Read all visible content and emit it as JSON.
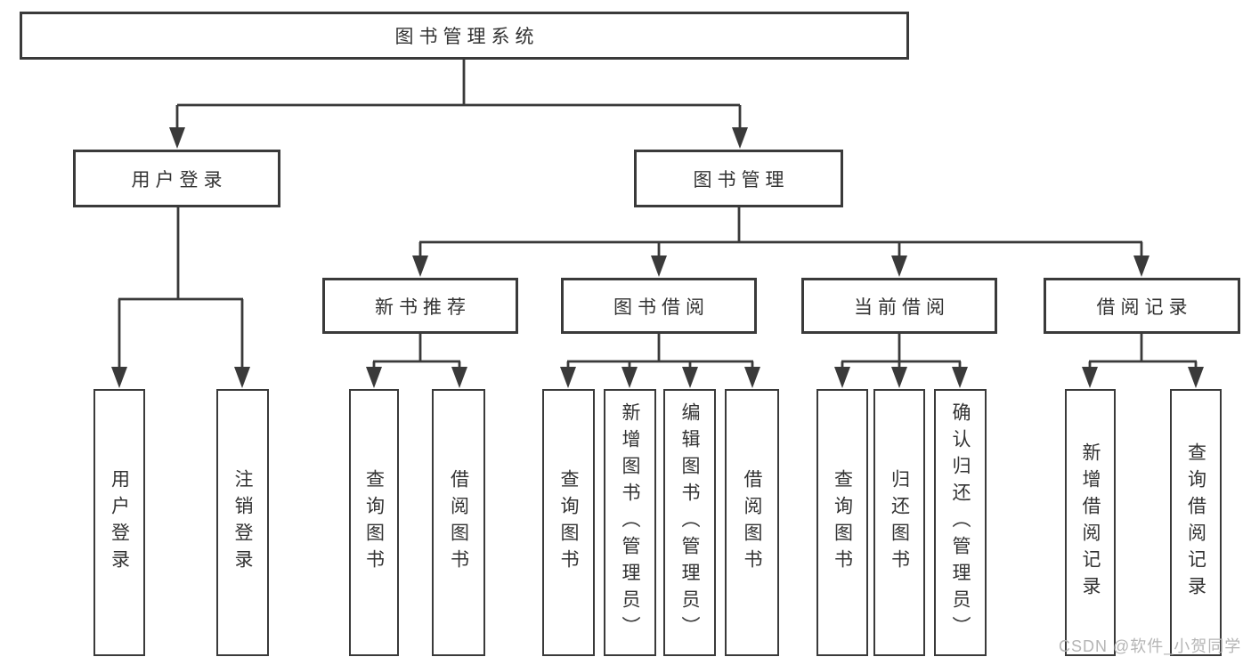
{
  "colors": {
    "line": "#3a3a3a",
    "text": "#333333",
    "background": "#ffffff",
    "watermark_color": "#b5b5b5"
  },
  "diagram": {
    "root": {
      "label": "图书管理系统"
    },
    "branches": [
      {
        "label": "用户登录",
        "children": [
          {
            "label": "用户登录"
          },
          {
            "label": "注销登录"
          }
        ]
      },
      {
        "label": "图书管理",
        "children": [
          {
            "label": "新书推荐",
            "children": [
              {
                "label": "查询图书"
              },
              {
                "label": "借阅图书"
              }
            ]
          },
          {
            "label": "图书借阅",
            "children": [
              {
                "label": "查询图书"
              },
              {
                "label": "新增图书（管理员）"
              },
              {
                "label": "编辑图书（管理员）"
              },
              {
                "label": "借阅图书"
              }
            ]
          },
          {
            "label": "当前借阅",
            "children": [
              {
                "label": "查询图书"
              },
              {
                "label": "归还图书"
              },
              {
                "label": "确认归还（管理员）"
              }
            ]
          },
          {
            "label": "借阅记录",
            "children": [
              {
                "label": "新增借阅记录"
              },
              {
                "label": "查询借阅记录"
              }
            ]
          }
        ]
      }
    ]
  },
  "watermark": {
    "text": "CSDN @软件_小贺同学"
  }
}
